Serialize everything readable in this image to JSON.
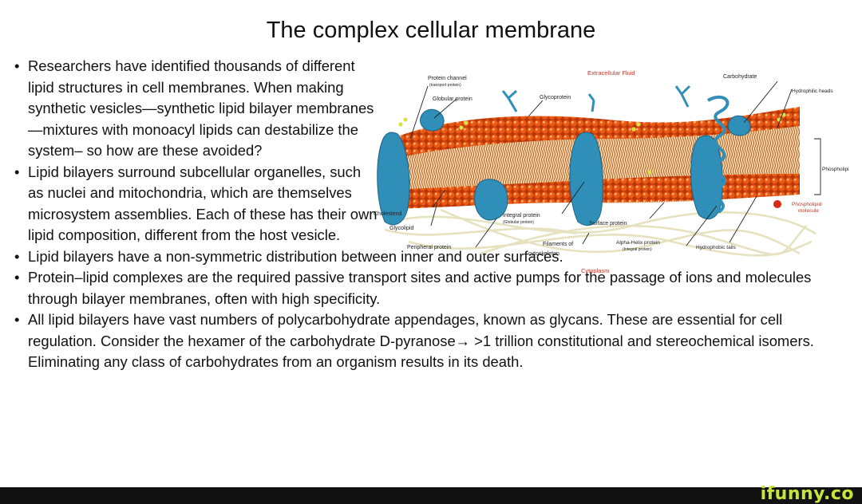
{
  "title": "The complex cellular membrane",
  "bullets": [
    "Researchers have identified thousands of different lipid structures in cell membranes. When making synthetic vesicles—synthetic lipid bilayer membranes—mixtures with monoacyl lipids can destabilize the system– so how are these avoided?",
    "Lipid bilayers surround subcellular organelles, such as nuclei and mitochondria, which are themselves microsystem assemblies. Each of these has their own lipid composition, different from the host vesicle.",
    "Lipid bilayers have a non-symmetric distribution between inner and outer surfaces.",
    "Protein–lipid complexes are the required passive transport sites and active pumps for the passage of ions and molecules through bilayer membranes, often with high specificity.",
    "All lipid bilayers have vast numbers of polycarbohydrate appendages, known as glycans. These are essential for cell regulation. Consider the hexamer of the carbohydrate D-pyranose→ >1 trillion constitutional and stereochemical isomers. Eliminating any class of carbohydrates from an organism results in its death."
  ],
  "diagram": {
    "labels": {
      "extracellular": "Extracellular Fluid",
      "cytoplasm": "Cytoplasm",
      "protein_channel": "Protein channel",
      "transport_protein": "(transport protein)",
      "globular_protein": "Globular protein",
      "glycoprotein": "Glycoprotein",
      "carbohydrate": "Carbohydrate",
      "hydrophilic_heads": "Hydrophilic heads",
      "phospholipid": "Phospholipi",
      "phospholipid_molecule_1": "Phospholipid",
      "phospholipid_molecule_2": "molecule",
      "cholesterol": "Cholesterol",
      "glycolipid": "Glycolipid",
      "integral_protein": "Integral protein",
      "globular_protein_paren": "(Globular protein)",
      "surface_protein": "Surface protein",
      "peripheral_protein": "Peripheral protein",
      "filaments_1": "Filaments of",
      "filaments_2": "cytoskeleton",
      "alpha_helix": "Alpha-Helix protein",
      "integral_protein_paren": "(Integral protein)",
      "hydrophobic_tails": "Hydrophobic tails"
    },
    "colors": {
      "heads": "#e0520f",
      "tails": "#e9b37a",
      "protein": "#2f8fb8",
      "red_label": "#c0392b",
      "carbohydrate": "#d8e04a"
    }
  },
  "footer": {
    "brand": "ifunny.co"
  }
}
